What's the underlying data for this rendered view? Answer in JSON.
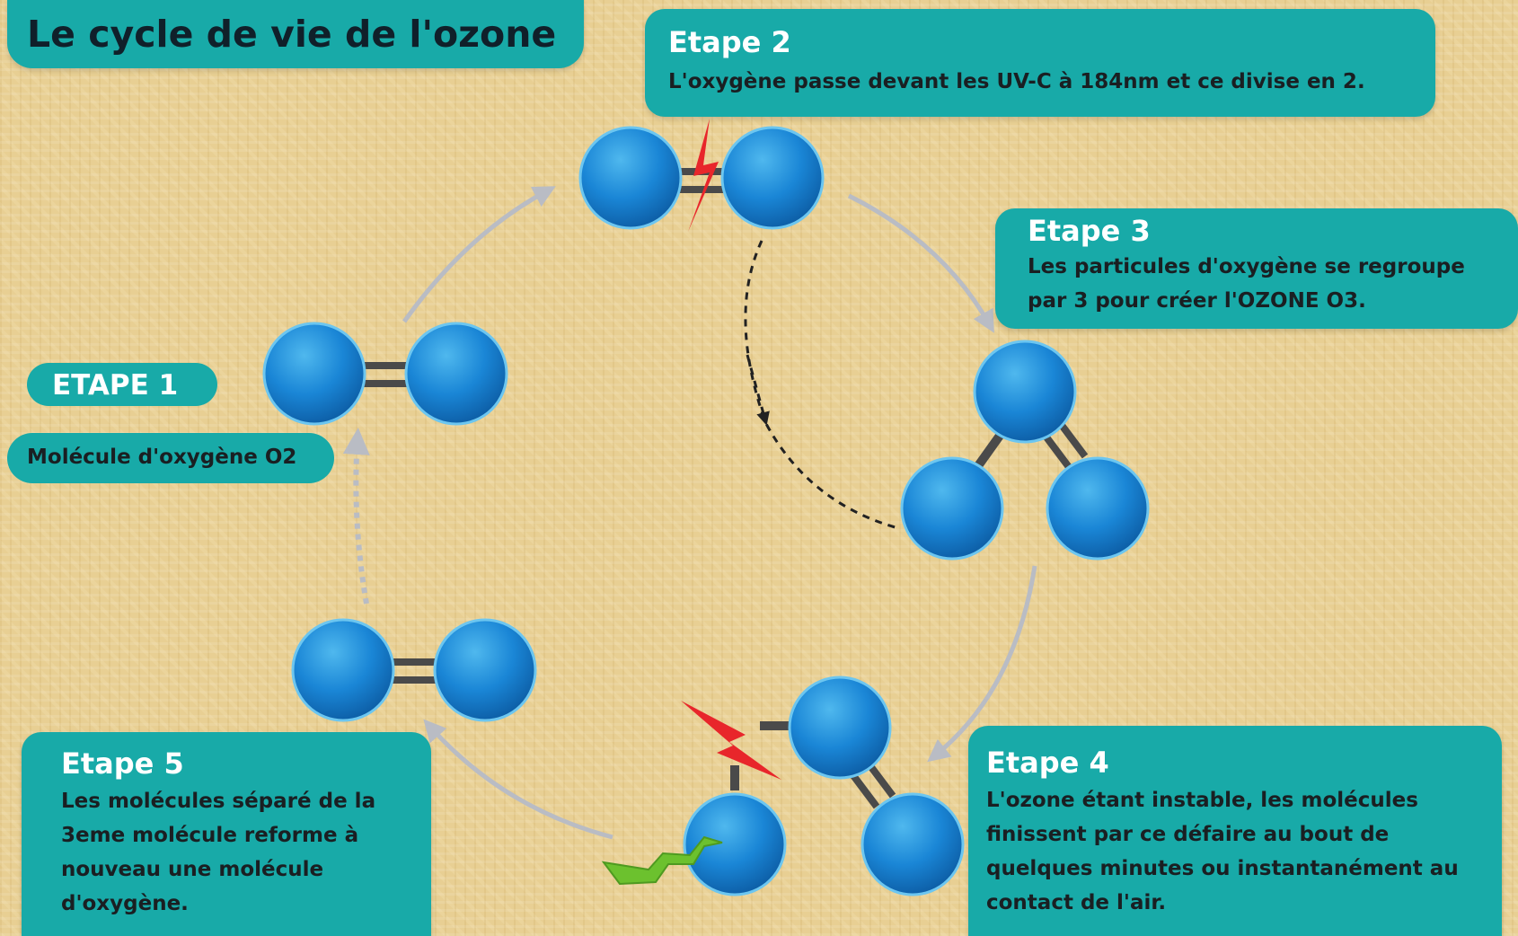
{
  "title": "Le cycle de vie de l'ozone",
  "step1": {
    "heading": "ETAPE 1",
    "text": "Molécule d'oxygène O2"
  },
  "step2": {
    "heading": "Etape 2",
    "text": "L'oxygène passe devant les UV-C à 184nm et ce divise en 2."
  },
  "step3": {
    "heading": "Etape 3",
    "lines": [
      "Les particules d'oxygène se regroupe",
      "par 3 pour créer l'OZONE O3."
    ]
  },
  "step4": {
    "heading": "Etape 4",
    "lines": [
      "L'ozone étant instable, les molécules",
      "finissent par ce défaire au bout de",
      "quelques minutes ou instantanément au",
      "contact de l'air."
    ]
  },
  "step5": {
    "heading": "Etape 5",
    "lines": [
      "Les molécules séparé de la",
      "3eme molécule reforme à",
      "nouveau une molécule",
      "d'oxygène."
    ]
  },
  "colors": {
    "box": "#18aaa8",
    "atom": "#1478c8",
    "arrow": "#b9bcc4",
    "bond": "#4a4a4a",
    "spark_red": "#e8262b",
    "spark_green": "#6cc12e"
  },
  "icons": [
    "red-lightning-icon",
    "green-lightning-icon"
  ]
}
